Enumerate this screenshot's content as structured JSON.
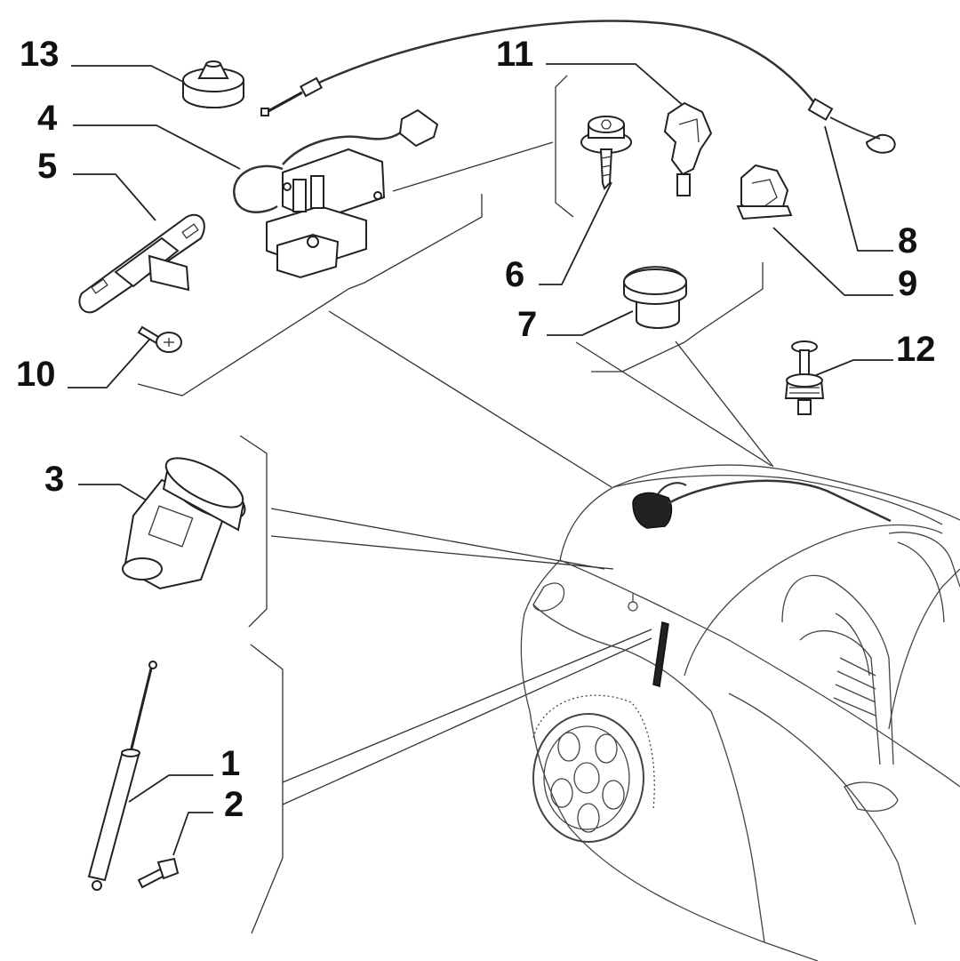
{
  "callouts": [
    {
      "id": "1",
      "text": "1"
    },
    {
      "id": "2",
      "text": "2"
    },
    {
      "id": "3",
      "text": "3"
    },
    {
      "id": "4",
      "text": "4"
    },
    {
      "id": "5",
      "text": "5"
    },
    {
      "id": "6",
      "text": "6"
    },
    {
      "id": "7",
      "text": "7"
    },
    {
      "id": "8",
      "text": "8"
    },
    {
      "id": "9",
      "text": "9"
    },
    {
      "id": "10",
      "text": "10"
    },
    {
      "id": "11",
      "text": "11"
    },
    {
      "id": "12",
      "text": "12"
    },
    {
      "id": "13",
      "text": "13"
    }
  ],
  "colors": {
    "ink": "#111111",
    "background": "#ffffff"
  }
}
